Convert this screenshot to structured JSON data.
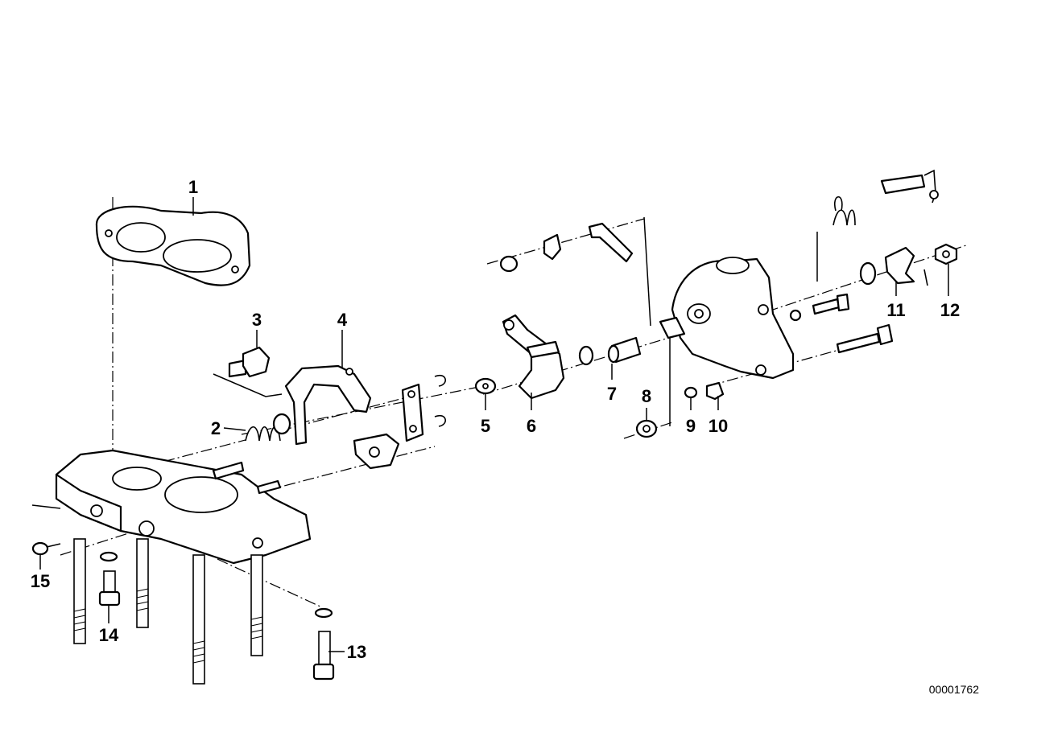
{
  "diagram": {
    "callouts": [
      {
        "id": "1",
        "label": "1"
      },
      {
        "id": "2",
        "label": "2"
      },
      {
        "id": "3",
        "label": "3"
      },
      {
        "id": "4",
        "label": "4"
      },
      {
        "id": "5",
        "label": "5"
      },
      {
        "id": "6",
        "label": "6"
      },
      {
        "id": "7",
        "label": "7"
      },
      {
        "id": "8",
        "label": "8"
      },
      {
        "id": "9",
        "label": "9"
      },
      {
        "id": "10",
        "label": "10"
      },
      {
        "id": "11",
        "label": "11"
      },
      {
        "id": "12",
        "label": "12"
      },
      {
        "id": "13",
        "label": "13"
      },
      {
        "id": "14",
        "label": "14"
      },
      {
        "id": "15",
        "label": "15"
      }
    ],
    "document_number": "00001762"
  }
}
